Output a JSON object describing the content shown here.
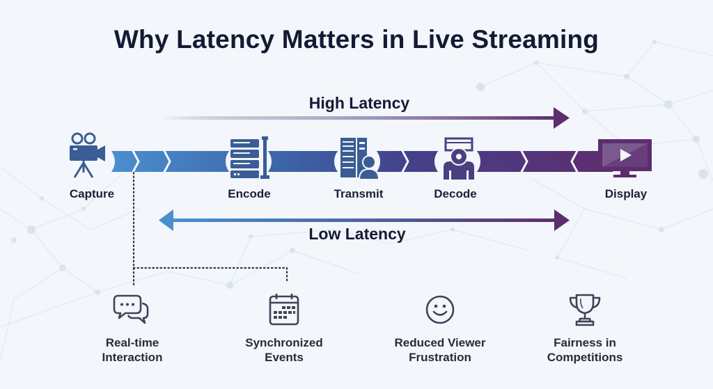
{
  "title": "Why Latency Matters in Live Streaming",
  "colors": {
    "pipeline_start": "#4a8fd0",
    "pipeline_mid": "#3b5a98",
    "pipeline_end": "#5e2d6e",
    "text_dark": "#141a33",
    "icon_stroke": "#3d4458"
  },
  "arrows": {
    "high_latency": {
      "label": "High Latency",
      "direction": "right"
    },
    "low_latency": {
      "label": "Low Latency",
      "direction": "both"
    }
  },
  "pipeline": {
    "stages": [
      {
        "label": "Capture",
        "icon": "video-camera-icon"
      },
      {
        "label": "Encode",
        "icon": "server-rack-icon"
      },
      {
        "label": "Transmit",
        "icon": "server-with-person-icon"
      },
      {
        "label": "Decode",
        "icon": "gear-person-icon"
      },
      {
        "label": "Display",
        "icon": "monitor-play-icon"
      }
    ]
  },
  "benefits": [
    {
      "label_line1": "Real-time",
      "label_line2": "Interaction",
      "icon": "chat-bubbles-icon"
    },
    {
      "label_line1": "Synchronized",
      "label_line2": "Events",
      "icon": "calendar-icon"
    },
    {
      "label_line1": "Reduced Viewer",
      "label_line2": "Frustration",
      "icon": "smiley-icon"
    },
    {
      "label_line1": "Fairness in",
      "label_line2": "Competitions",
      "icon": "trophy-icon"
    }
  ]
}
